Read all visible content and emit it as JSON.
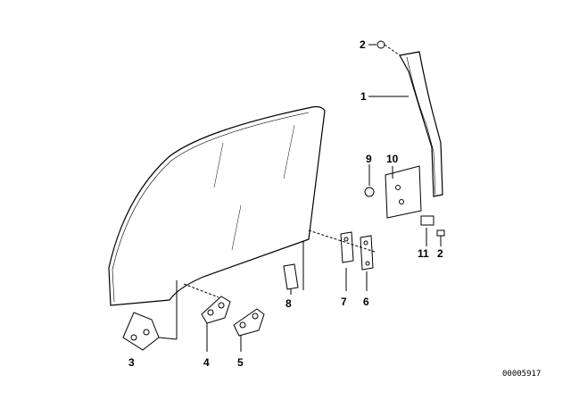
{
  "diagram": {
    "part_labels": [
      "2",
      "1",
      "9",
      "10",
      "11",
      "2",
      "8",
      "7",
      "6",
      "3",
      "4",
      "5"
    ],
    "diagram_code": "00005917"
  }
}
